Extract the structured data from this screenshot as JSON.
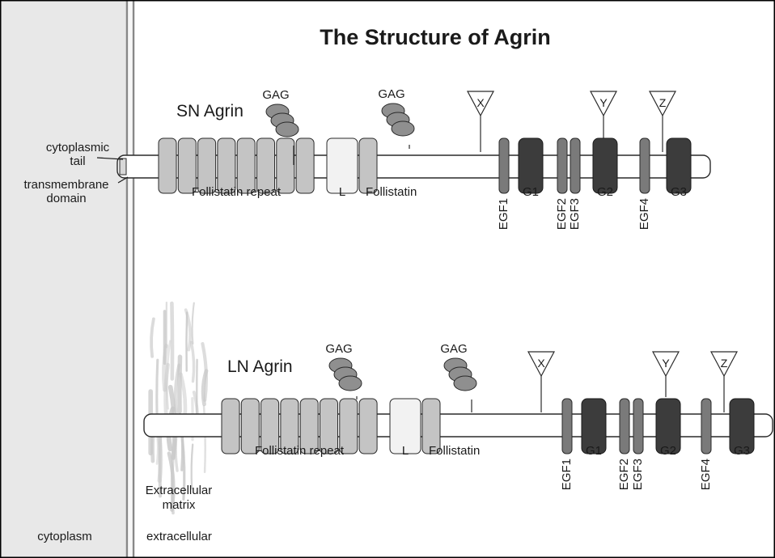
{
  "title": "The Structure of Agrin",
  "labels": {
    "cytoplasmic_tail": "cytoplasmic\ntail",
    "transmembrane_domain": "transmembrane\ndomain",
    "cytoplasm": "cytoplasm",
    "extracellular": "extracellular",
    "extracellular_matrix": "Extracellular\nmatrix"
  },
  "proteins": [
    {
      "name": "SN Agrin",
      "gag": "GAG",
      "follistatin_repeat": "Follistatin repeat",
      "l_domain": "L",
      "follistatin": "Follistatin",
      "splice_sites": [
        "X",
        "Y",
        "Z"
      ],
      "egf": [
        "EGF1",
        "EGF2",
        "EGF3",
        "EGF4"
      ],
      "g": [
        "G1",
        "G2",
        "G3"
      ]
    },
    {
      "name": "LN Agrin",
      "gag": "GAG",
      "follistatin_repeat": "Follistatin repeat",
      "l_domain": "L",
      "follistatin": "Follistatin",
      "splice_sites": [
        "X",
        "Y",
        "Z"
      ],
      "egf": [
        "EGF1",
        "EGF2",
        "EGF3",
        "EGF4"
      ],
      "g": [
        "G1",
        "G2",
        "G3"
      ]
    }
  ],
  "colors": {
    "border": "#000000",
    "membrane_fill": "#e8e8e8",
    "membrane_line": "#888888",
    "backbone_fill": "#ffffff",
    "follistatin_fill": "#c4c4c4",
    "l_domain_fill": "#f2f2f2",
    "gag_fill": "#8f8f8f",
    "egf_fill": "#7a7a7a",
    "g_fill": "#3c3c3c",
    "matrix_fill": "#c8c8c8"
  }
}
